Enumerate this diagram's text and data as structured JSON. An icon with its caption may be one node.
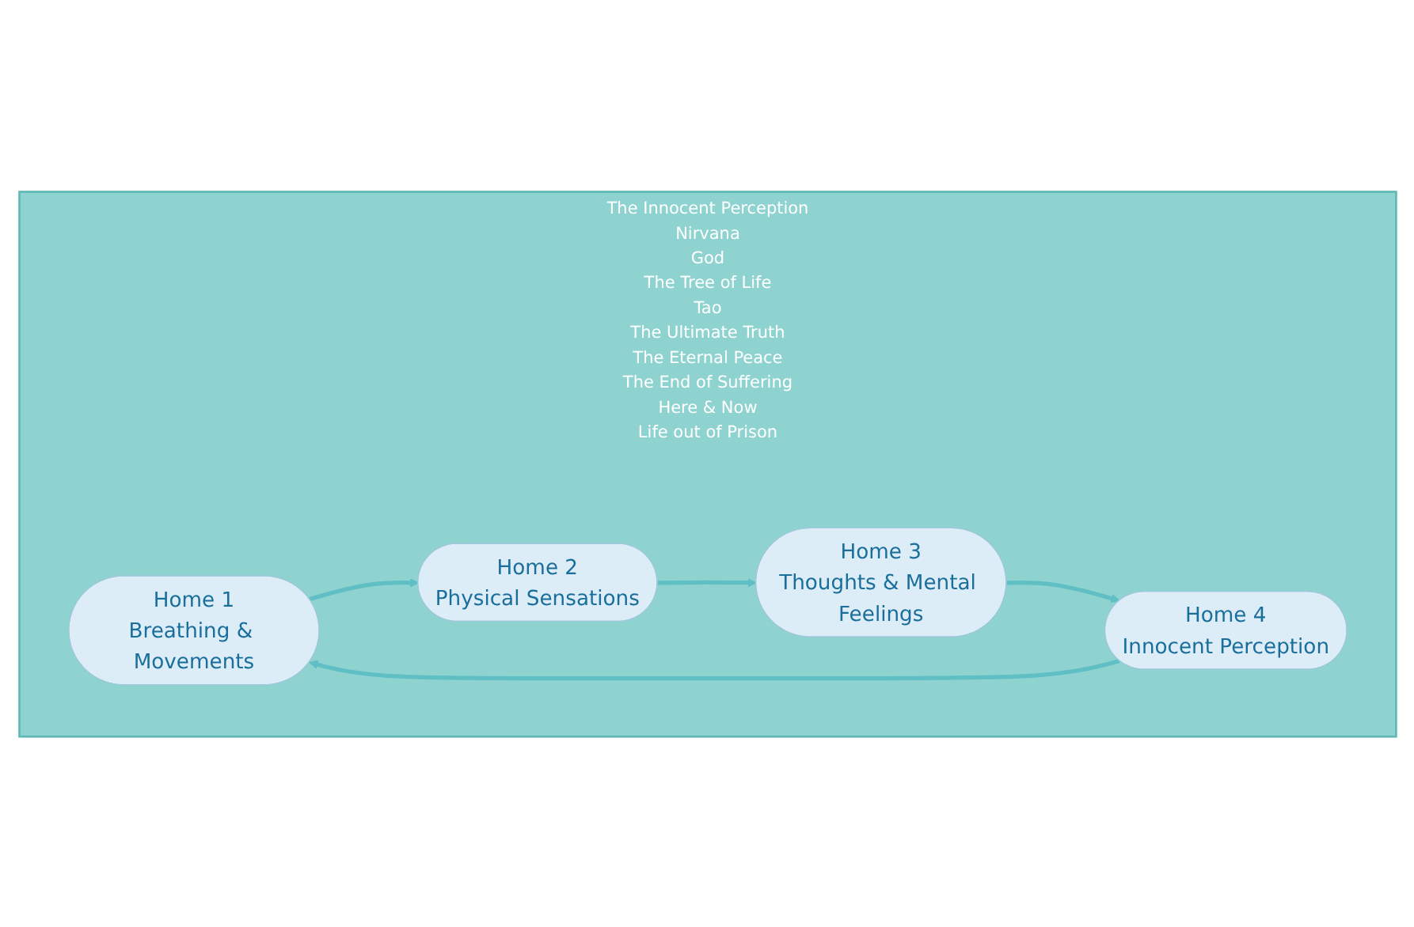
{
  "diagram": {
    "nodes": [
      {
        "text": [
          "The Innocent Perception",
          "Nirvana",
          "God",
          "The Tree of Life",
          "Tao",
          "The Ultimate Truth",
          "The Eternal Peace",
          "The End of Suffering",
          "Here & Now",
          "Life out of Prison"
        ]
      },
      {
        "text": [
          "Home 1",
          "Breathing & Movements"
        ],
        "in": 0
      },
      {
        "text": [
          "Home 2",
          "Physical Sensations"
        ],
        "in": 0
      },
      {
        "text": [
          "Home 3",
          "Thoughts & Mental Feelings"
        ],
        "in": 0
      },
      {
        "text": [
          "Home 4",
          "Innocent Perception"
        ],
        "in": 0
      }
    ],
    "edges": [
      {
        "from": 1,
        "to": 2,
        "arrow": "to"
      },
      {
        "from": 2,
        "to": 3,
        "arrow": "to"
      },
      {
        "from": 3,
        "to": 4,
        "arrow": "to"
      },
      {
        "from": 4,
        "to": 1,
        "arrow": "to"
      }
    ]
  }
}
